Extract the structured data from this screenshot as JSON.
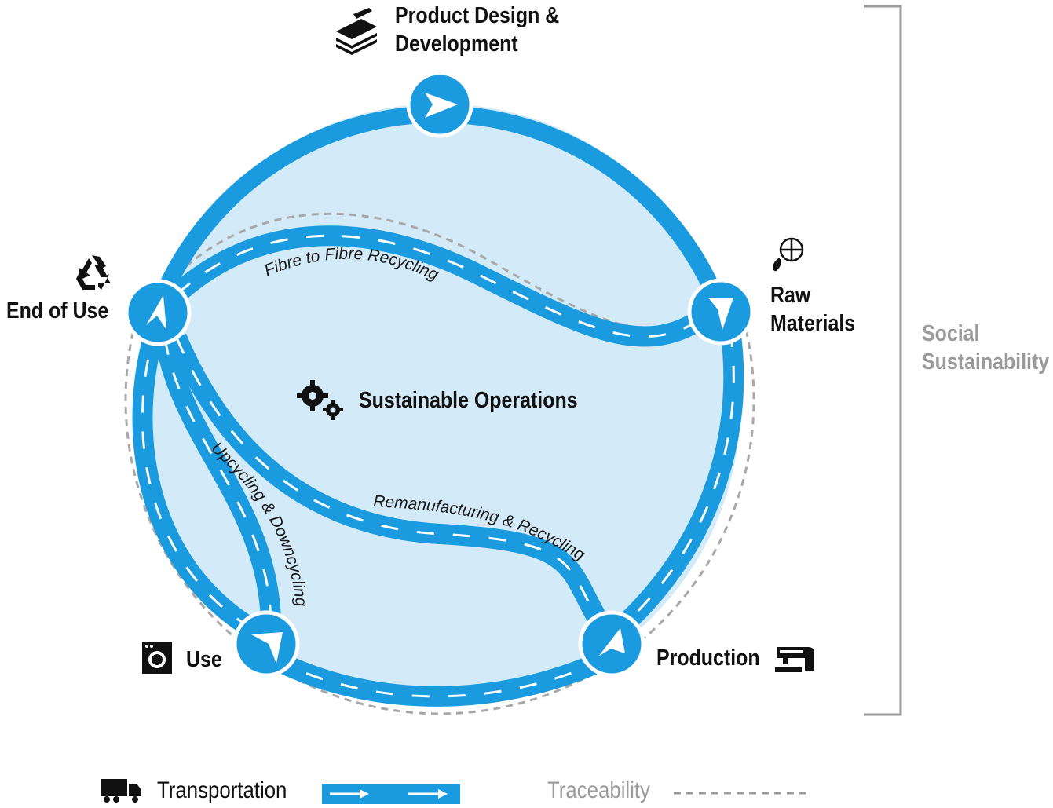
{
  "stages": {
    "product_design": {
      "line1": "Product Design &",
      "line2": "Development",
      "icon": "books-pencil-icon"
    },
    "raw_materials": {
      "line1": "Raw",
      "line2": "Materials",
      "icon": "cotton-plant-icon"
    },
    "production": {
      "label": "Production",
      "icon": "sewing-machine-icon"
    },
    "use": {
      "label": "Use",
      "icon": "washing-machine-icon"
    },
    "end_of_use": {
      "label": "End of Use",
      "icon": "recycle-icon"
    }
  },
  "center": {
    "label": "Sustainable Operations",
    "icon": "gears-icon"
  },
  "paths": {
    "fibre": "Fibre to Fibre Recycling",
    "reman": "Remanufacturing & Recycling",
    "upcycle": "Upcycling & Downcycling"
  },
  "bracket": {
    "line1": "Social",
    "line2": "Sustainability"
  },
  "legend": {
    "transportation": "Transportation",
    "traceability": "Traceability",
    "truck_icon": "truck-icon"
  },
  "colors": {
    "ring": "#1a9be0",
    "fill": "#d3eaf8",
    "dashed": "#a8a8a8",
    "text": "#111111",
    "muted": "#9b9b9b"
  }
}
